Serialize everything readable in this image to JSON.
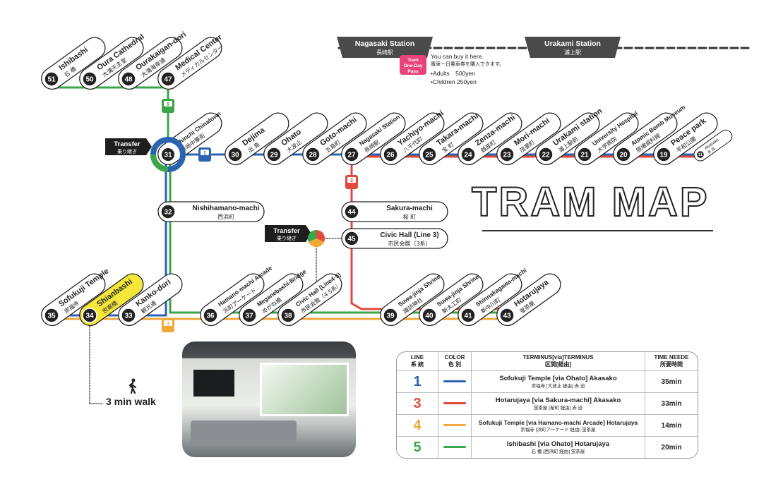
{
  "title": {
    "main": "TRAM MAP"
  },
  "walk_label": "3 min walk",
  "transfer": {
    "en": "Transfer",
    "jp": "乗り継ぎ"
  },
  "top_stations": [
    {
      "name": "Nagasaki Station",
      "jp": "長崎駅"
    },
    {
      "name": "Urakami Station",
      "jp": "浦上駅"
    }
  ],
  "pass": {
    "badge": [
      "Tram",
      "One-Day",
      "Pass"
    ],
    "lines": [
      "You can buy it here.",
      "電車一日乗車券を購入できます。",
      "•Adults　500yen",
      "•Children 250yen"
    ]
  },
  "line_badges": [
    {
      "line": "5",
      "color": "#3aa54a"
    },
    {
      "line": "1",
      "color": "#2a63b0"
    },
    {
      "line": "3",
      "color": "#e04a3c"
    },
    {
      "line": "4",
      "color": "#f0a83a"
    }
  ],
  "stations": [
    {
      "num": "51",
      "name": "Ishibashi",
      "jp": "石 橋"
    },
    {
      "num": "50",
      "name": "Oura Cathedral",
      "jp": "大浦天主堂"
    },
    {
      "num": "48",
      "name": "Ourakaigan-dori",
      "jp": "大浦海岸通"
    },
    {
      "num": "47",
      "name": "Medical Center",
      "jp": "メディカルセンター"
    },
    {
      "num": "31",
      "name": "Shinchi Chinatown",
      "jp": "新地中華街"
    },
    {
      "num": "30",
      "name": "Dejima",
      "jp": "出 島"
    },
    {
      "num": "29",
      "name": "Ohato",
      "jp": "大波止"
    },
    {
      "num": "28",
      "name": "Goto-machi",
      "jp": "五島町"
    },
    {
      "num": "27",
      "name": "Nagasaki Station",
      "jp": "長崎駅"
    },
    {
      "num": "26",
      "name": "Yachiyo-machi",
      "jp": "八千代町"
    },
    {
      "num": "25",
      "name": "Takara-machi",
      "jp": "宝 町"
    },
    {
      "num": "24",
      "name": "Zenza-machi",
      "jp": "銭座町"
    },
    {
      "num": "23",
      "name": "Mori-machi",
      "jp": "茂里町"
    },
    {
      "num": "22",
      "name": "Urakami station",
      "jp": "浦上駅前"
    },
    {
      "num": "21",
      "name": "University Hospital",
      "jp": "大学病院"
    },
    {
      "num": "20",
      "name": "Atomic Bomb Museum",
      "jp": "原爆資料館"
    },
    {
      "num": "19",
      "name": "Peace park",
      "jp": "平和公園"
    },
    {
      "num": "11",
      "name": "Akasako",
      "jp": "赤 迫"
    },
    {
      "num": "32",
      "name": "Nishihamano-machi",
      "jp": "西浜町"
    },
    {
      "num": "44",
      "name": "Sakura-machi",
      "jp": "桜 町"
    },
    {
      "num": "45",
      "name": "Civic Hall (Line 3)",
      "jp": "市民会館（3系）"
    },
    {
      "num": "35",
      "name": "Sofukuji Temple",
      "jp": "崇福寺"
    },
    {
      "num": "34",
      "name": "Shianbashi",
      "jp": "思案橋"
    },
    {
      "num": "33",
      "name": "Kanko-dori",
      "jp": "観光通"
    },
    {
      "num": "36",
      "name": "Hamano-machi Arcade",
      "jp": "浜町アーケード"
    },
    {
      "num": "37",
      "name": "Meganebashi-Bridge",
      "jp": "めがね橋"
    },
    {
      "num": "38",
      "name": "Civic Hall (Line4·5)",
      "jp": "市民会館（4·5系）"
    },
    {
      "num": "39",
      "name": "Suwa-jinja Shrine",
      "jp": "諏訪神社"
    },
    {
      "num": "40",
      "name": "Suwa-jinja Shrine",
      "jp": "新大工町"
    },
    {
      "num": "41",
      "name": "Shinnakagawa-machi",
      "jp": "新中川町"
    },
    {
      "num": "43",
      "name": "Hotarujaya",
      "jp": "蛍茶屋"
    }
  ],
  "legend": {
    "headers": [
      {
        "en": "LINE",
        "jp": "系 統"
      },
      {
        "en": "COLOR",
        "jp": "色 別"
      },
      {
        "en": "TERMINUS[via]TERMINUS",
        "jp": "区間[経由]"
      },
      {
        "en": "TIME NEEDE",
        "jp": "所要時間"
      }
    ],
    "rows": [
      {
        "line": "1",
        "color": "#2a63b0",
        "route": "Sofukuji Temple [via Ohato] Akasako",
        "route_jp": "崇福寺 [大波止 経由] 赤 迫",
        "time": "35min"
      },
      {
        "line": "3",
        "color": "#e04a3c",
        "route": "Hotarujaya [via Sakura-machi] Akasako",
        "route_jp": "蛍茶屋 [桜町 経由] 赤 迫",
        "time": "33min"
      },
      {
        "line": "4",
        "color": "#f0a83a",
        "route": "Sofukuji Temple [via Hamano-machi Arcade] Hotarujaya",
        "route_jp": "崇福寺 [浜町アーケード 経由] 蛍茶屋",
        "time": "14min"
      },
      {
        "line": "5",
        "color": "#3aa54a",
        "route": "Ishibashi [via Ohato] Hotarujaya",
        "route_jp": "石 橋 [西浜町 経由] 蛍茶屋",
        "time": "20min"
      }
    ]
  },
  "colors": {
    "line1": "#2a63b0",
    "line3": "#e04a3c",
    "line4": "#f0a83a",
    "line5": "#3aa54a",
    "highlight": "#f5e63a"
  }
}
